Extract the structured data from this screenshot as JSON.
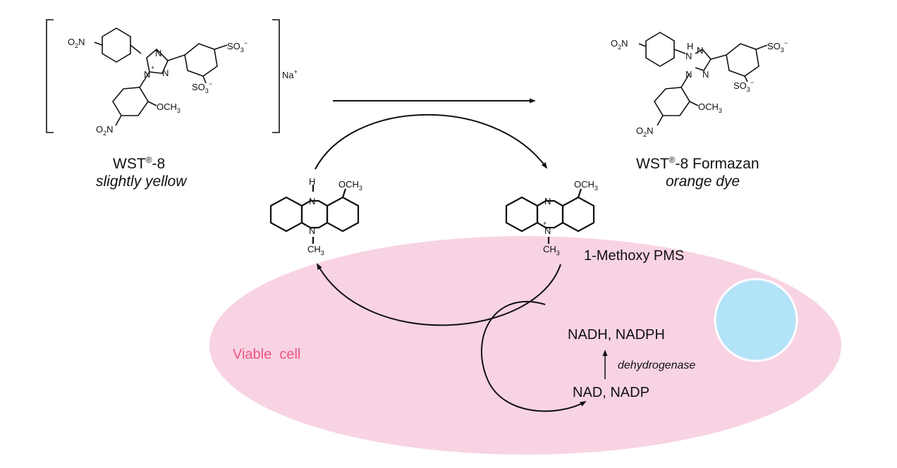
{
  "left_compound": {
    "name": "WST",
    "name_suffix": "-8",
    "registered_mark": "®",
    "description": "slightly yellow",
    "counter_ion": "Na",
    "counter_ion_charge": "+",
    "atoms": {
      "o2n": "O",
      "o2n_sub": "2",
      "o2n_n": "N",
      "n1": "N",
      "n2": "N",
      "n3": "N",
      "n_plus": "+",
      "so3a": "SO",
      "so3a_sub": "3",
      "so3a_charge": "−",
      "so3b": "SO",
      "so3b_sub": "3",
      "so3b_charge": "−",
      "och3": "OCH",
      "och3_sub": "3",
      "o2n_b": "O",
      "o2n_b_sub": "2",
      "o2n_b_n": "N"
    }
  },
  "right_compound": {
    "name": "WST",
    "name_suffix": "-8 Formazan",
    "registered_mark": "®",
    "description": "orange dye",
    "atoms": {
      "o2n": "O",
      "o2n_sub": "2",
      "o2n_n": "N",
      "h": "H",
      "n1": "N",
      "n2": "N",
      "n3": "N",
      "n4": "N",
      "so3a": "SO",
      "so3a_sub": "3",
      "so3a_charge": "−",
      "so3b": "SO",
      "so3b_sub": "3",
      "so3b_charge": "−",
      "och3": "OCH",
      "och3_sub": "3",
      "o2n_b": "O",
      "o2n_b_sub": "2",
      "o2n_b_n": "N"
    }
  },
  "reduced_pms": {
    "atoms": {
      "h": "H",
      "n_top": "N",
      "n_bottom": "N",
      "och3": "OCH",
      "och3_sub": "3",
      "ch3": "CH",
      "ch3_sub": "3"
    }
  },
  "oxidized_pms": {
    "label": "1-Methoxy PMS",
    "atoms": {
      "n_top": "N",
      "n_bottom": "N",
      "n_plus": "+",
      "och3": "OCH",
      "och3_sub": "3",
      "ch3": "CH",
      "ch3_sub": "3"
    }
  },
  "cell": {
    "label": "Viable  cell",
    "reduced_cofactors": "NADH, NADPH",
    "oxidized_cofactors": "NAD, NADP",
    "enzyme": "dehydrogenase"
  },
  "colors": {
    "cell_fill": "#f8d3e3",
    "cell_label": "#ee5580",
    "nucleus_fill": "#b3e3f8",
    "ink": "#111111"
  }
}
